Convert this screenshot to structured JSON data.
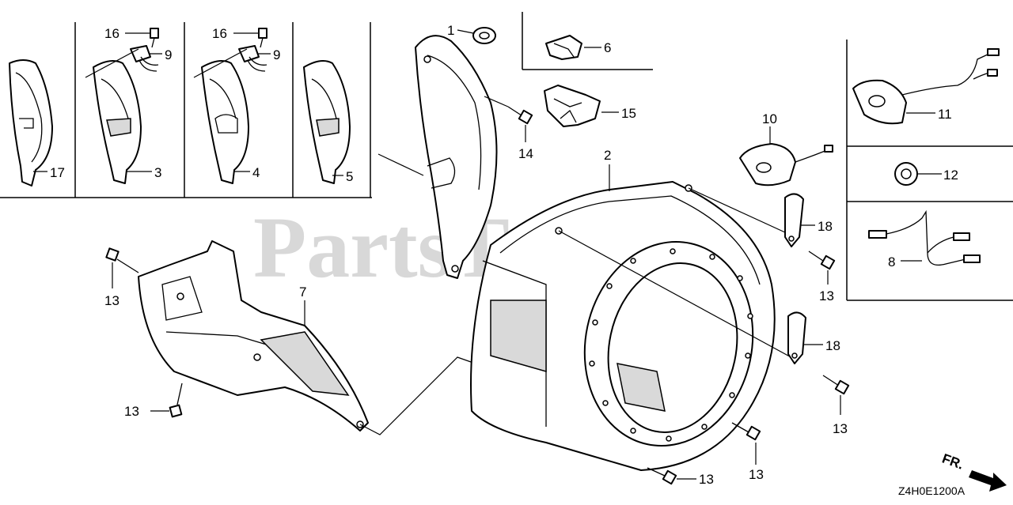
{
  "watermark": "PartsTree",
  "diagram_code": "Z4H0E1200A",
  "direction_label": "FR.",
  "callouts": {
    "c1": "1",
    "c2": "2",
    "c3": "3",
    "c4": "4",
    "c5": "5",
    "c6": "6",
    "c7": "7",
    "c8": "8",
    "c9a": "9",
    "c9b": "9",
    "c10": "10",
    "c11": "11",
    "c12": "12",
    "c13a": "13",
    "c13b": "13",
    "c13c": "13",
    "c13d": "13",
    "c13e": "13",
    "c13f": "13",
    "c14": "14",
    "c15": "15",
    "c16a": "16",
    "c16b": "16",
    "c17": "17",
    "c18a": "18",
    "c18b": "18"
  }
}
